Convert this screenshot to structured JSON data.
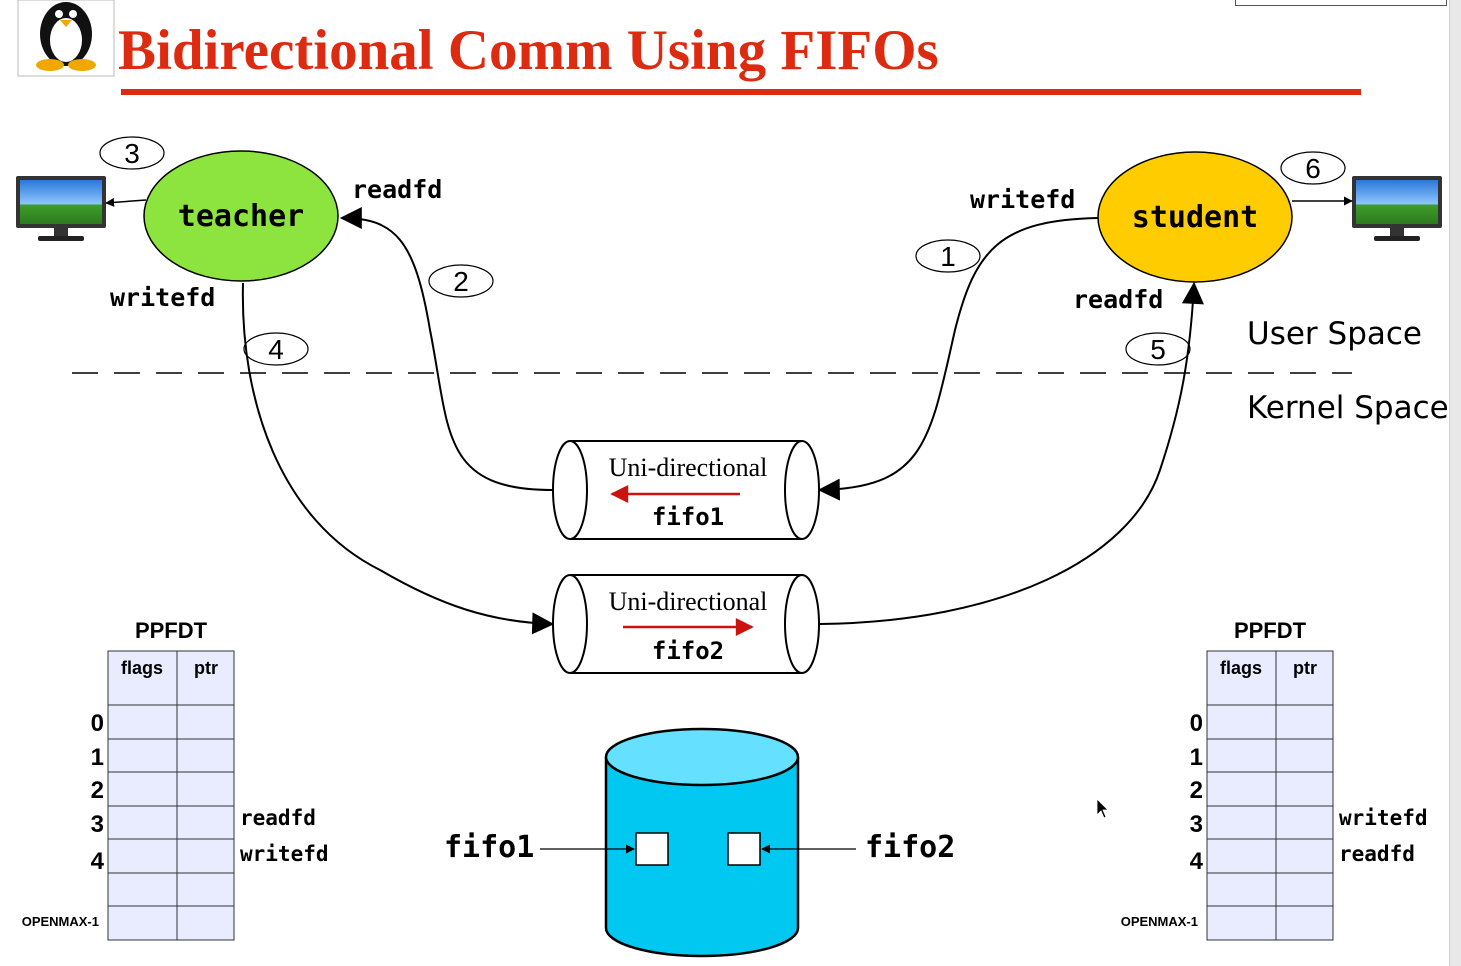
{
  "title": "Bidirectional Comm Using FIFOs",
  "colors": {
    "title": "#dc2b11",
    "underline": "#dc2b11",
    "teacher": "#8ee43f",
    "student": "#ffcc00",
    "arrow_red": "#cc1111",
    "disk": "#00c8f0",
    "disk_top": "#66e0ff",
    "table_fill": "#e9ecff"
  },
  "icons": {
    "logo": "tux-penguin-icon",
    "monitor": "monitor-icon",
    "cursor": "mouse-cursor-icon"
  },
  "processes": {
    "teacher": {
      "label": "teacher",
      "readfd": "readfd",
      "writefd": "writefd"
    },
    "student": {
      "label": "student",
      "readfd": "readfd",
      "writefd": "writefd"
    }
  },
  "steps": [
    "1",
    "2",
    "3",
    "4",
    "5",
    "6"
  ],
  "regions": {
    "user": "User Space",
    "kernel": "Kernel Space"
  },
  "pipes": [
    {
      "caption": "Uni-directional",
      "name": "fifo1"
    },
    {
      "caption": "Uni-directional",
      "name": "fifo2"
    }
  ],
  "disk_labels": {
    "left": "fifo1",
    "right": "fifo2"
  },
  "tables": {
    "left": {
      "title": "PPFDT",
      "col1": "flags",
      "col2": "ptr",
      "rows": [
        "0",
        "1",
        "2",
        "3",
        "4"
      ],
      "last_row": "OPENMAX-1",
      "entry3": "readfd",
      "entry4": "writefd"
    },
    "right": {
      "title": "PPFDT",
      "col1": "flags",
      "col2": "ptr",
      "rows": [
        "0",
        "1",
        "2",
        "3",
        "4"
      ],
      "last_row": "OPENMAX-1",
      "entry3": "writefd",
      "entry4": "readfd"
    }
  }
}
